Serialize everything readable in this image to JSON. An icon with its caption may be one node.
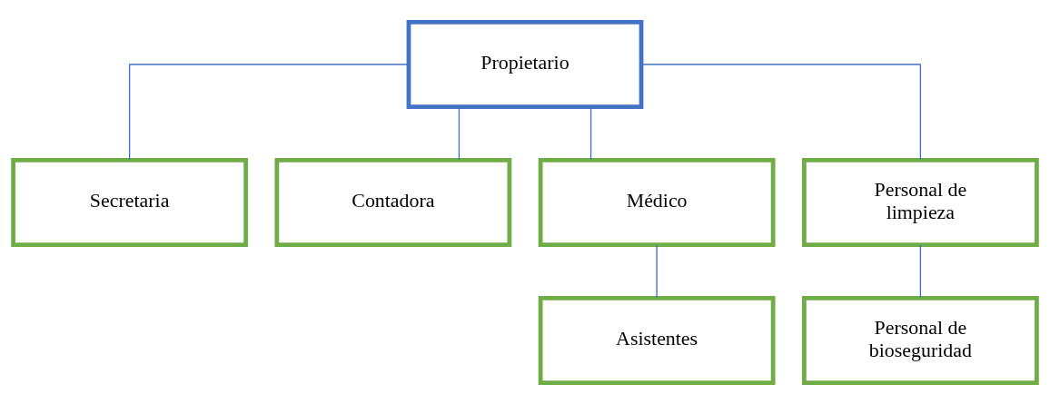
{
  "diagram": {
    "nodes": [
      {
        "text": [
          "Propietario"
        ]
      },
      {
        "text": [
          "Secretaria"
        ]
      },
      {
        "text": [
          "Contadora"
        ]
      },
      {
        "text": [
          "Médico"
        ]
      },
      {
        "text": [
          "Personal de limpieza"
        ]
      },
      {
        "text": [
          "Asistentes"
        ]
      },
      {
        "text": [
          "Personal de bioseguridad"
        ]
      }
    ],
    "edges": [
      {
        "from": 0,
        "to": 1,
        "arrow": "none"
      },
      {
        "from": 0,
        "to": 2,
        "arrow": "none"
      },
      {
        "from": 0,
        "to": 3,
        "arrow": "none"
      },
      {
        "from": 0,
        "to": 4,
        "arrow": "none"
      },
      {
        "from": 3,
        "to": 5,
        "arrow": "none"
      },
      {
        "from": 4,
        "to": 6,
        "arrow": "none"
      }
    ]
  }
}
